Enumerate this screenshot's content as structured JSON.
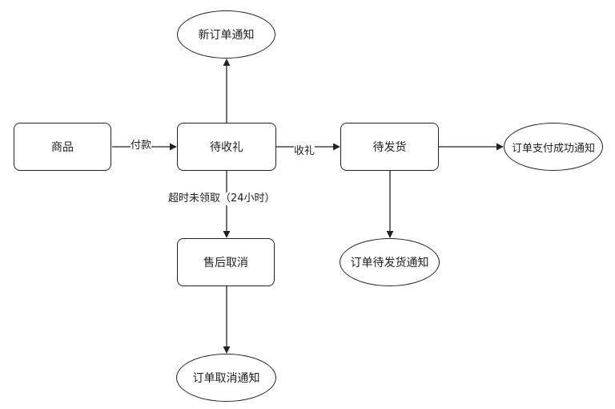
{
  "nodes": {
    "product": "商品",
    "pending_gift": "待收礼",
    "pending_ship": "待发货",
    "after_sale_cancel": "售后取消",
    "new_order_notice": "新订单通知",
    "payment_success_notice": "订单支付成功通知",
    "pending_ship_notice": "订单待发货通知",
    "cancel_notice": "订单取消通知"
  },
  "edges": {
    "pay": "付款",
    "receive_gift": "收礼",
    "timeout": "超时未领取（24小时）"
  }
}
